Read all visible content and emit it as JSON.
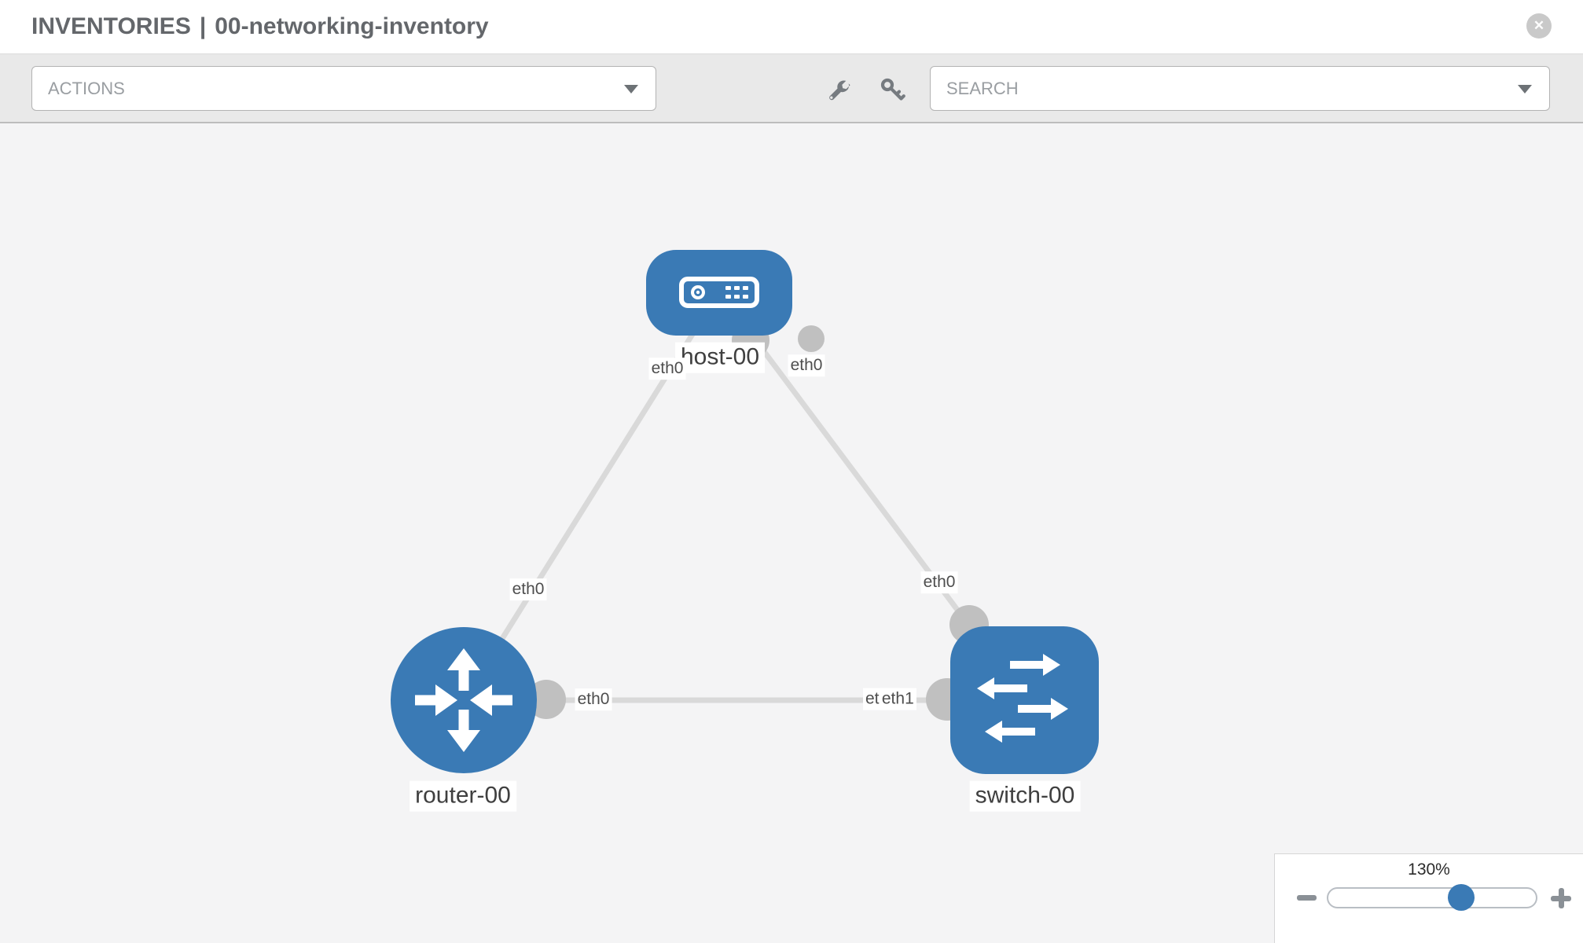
{
  "header": {
    "section": "INVENTORIES",
    "separator": "|",
    "inventory_name": "00-networking-inventory",
    "close_glyph": "✕"
  },
  "toolbar": {
    "actions_dropdown": {
      "label": "ACTIONS"
    },
    "search_dropdown": {
      "label": "SEARCH"
    },
    "icons": {
      "left": "wrench-icon",
      "right": "key-icon",
      "dropdown_caret": "caret-down-icon"
    }
  },
  "topology": {
    "nodes": [
      {
        "id": "host-00",
        "type": "host",
        "label": "host-00"
      },
      {
        "id": "router-00",
        "type": "router",
        "label": "router-00"
      },
      {
        "id": "switch-00",
        "type": "switch",
        "label": "switch-00"
      }
    ],
    "links": [
      {
        "from": "host-00",
        "from_iface": "eth0",
        "to": "router-00",
        "to_iface": "eth0"
      },
      {
        "from": "host-00",
        "from_iface": "eth0",
        "to": "switch-00",
        "to_iface": "eth0"
      },
      {
        "from": "router-00",
        "from_iface": "eth0",
        "to": "switch-00",
        "to_iface": "eth1"
      }
    ],
    "iface_labels": {
      "host_left": "eth0",
      "host_right": "eth0",
      "mid_left": "eth0",
      "mid_right": "eth0",
      "horiz_near_router": "eth0",
      "horiz_near_switch_under": "eth0",
      "horiz_near_switch": "eth1"
    }
  },
  "zoom_control": {
    "level": "130%",
    "minus_icon": "minus",
    "plus_icon": "plus",
    "slider_percent": 64
  },
  "colors": {
    "node_fill": "#3a7ab5",
    "link": "#d9d9d9",
    "port": "#c0c0c0",
    "canvas_bg": "#f4f4f5",
    "toolbar_bg": "#e9e9e9"
  }
}
